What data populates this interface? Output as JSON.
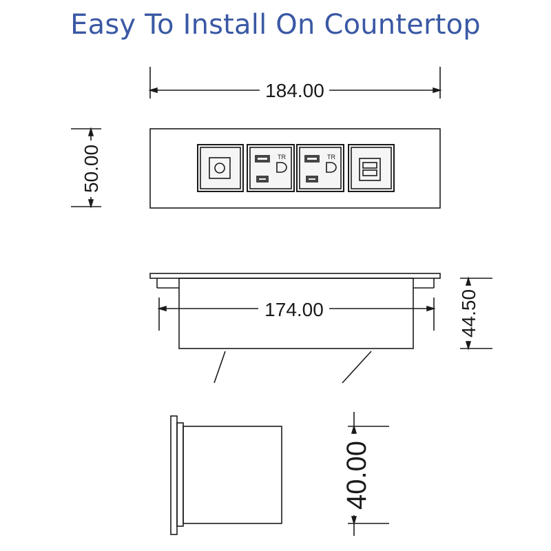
{
  "title": "Easy To Install On Countertop",
  "colors": {
    "title": "#3a58a4",
    "line": "#1a1a1a",
    "panel_fill": "#f5f5f5"
  },
  "dimensions": {
    "overall_width": "184.00",
    "panel_height": "50.00",
    "inner_width": "174.00",
    "total_depth": "44.50",
    "side_depth": "40.00"
  },
  "modules": [
    {
      "name": "round-port-icon"
    },
    {
      "name": "outlet-icon",
      "label": "TR"
    },
    {
      "name": "outlet-icon",
      "label": "TR"
    },
    {
      "name": "usb-port-icon"
    }
  ]
}
